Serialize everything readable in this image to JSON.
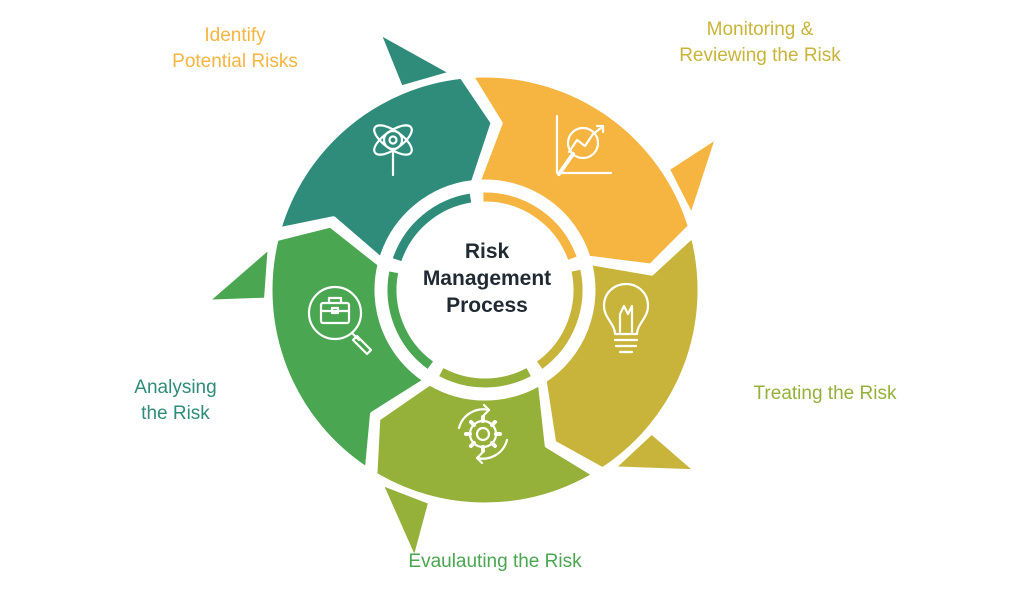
{
  "center": {
    "lines": [
      "Risk",
      "Management",
      "Process"
    ]
  },
  "steps": [
    {
      "lines": [
        "Identify",
        "Potential Risks"
      ],
      "color": "#f6b540",
      "icon": "risk-target-search-icon"
    },
    {
      "lines": [
        "Monitoring &",
        "Reviewing the Risk"
      ],
      "color": "#c8b43a",
      "icon": "chart-magnifier-icon"
    },
    {
      "lines": [
        "Treating the Risk"
      ],
      "color": "#95b13a",
      "icon": "light-bulb-icon"
    },
    {
      "lines": [
        "Evaulauting the Risk"
      ],
      "color": "#4aa650",
      "icon": "gear-cycle-icon"
    },
    {
      "lines": [
        "Analysing",
        "the Risk"
      ],
      "color": "#2f8c7a",
      "icon": "briefcase-search-icon"
    }
  ],
  "colors": {
    "center_text": "#1f2a33",
    "icon_stroke": "#ffffff"
  }
}
